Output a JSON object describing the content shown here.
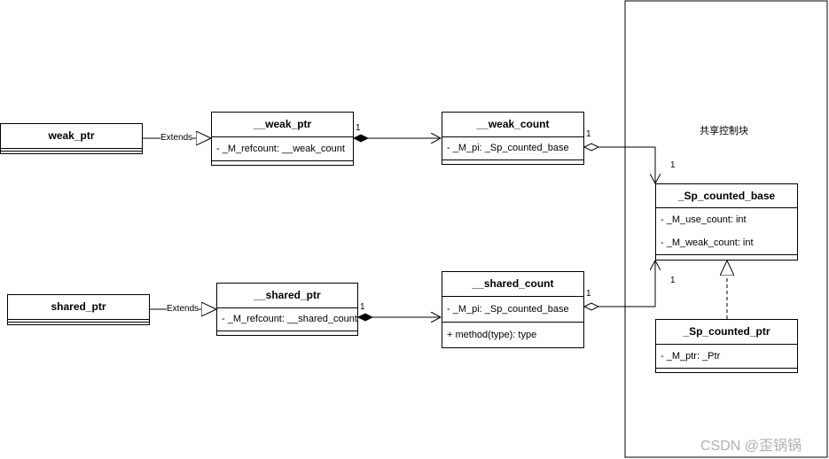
{
  "region": {
    "title": "共享控制块"
  },
  "classes": {
    "weak_ptr": {
      "name": "weak_ptr"
    },
    "shared_ptr": {
      "name": "shared_ptr"
    },
    "__weak_ptr": {
      "name": "__weak_ptr",
      "attr": "- _M_refcount: __weak_count"
    },
    "__shared_ptr": {
      "name": "__shared_ptr",
      "attr": "- _M_refcount: __shared_count"
    },
    "__weak_count": {
      "name": "__weak_count",
      "attr": "- _M_pi: _Sp_counted_base"
    },
    "__shared_count": {
      "name": "__shared_count",
      "attr": "- _M_pi: _Sp_counted_base",
      "method": "+ method(type): type"
    },
    "_Sp_counted_base": {
      "name": "_Sp_counted_base",
      "attr1": "- _M_use_count: int",
      "attr2": "- _M_weak_count: int"
    },
    "_Sp_counted_ptr": {
      "name": "_Sp_counted_ptr",
      "attr": "- _M_ptr: _Ptr"
    }
  },
  "edges": {
    "extends_weak": "Extends",
    "extends_shared": "Extends",
    "mult_weak_ptr_to_count": "1",
    "mult_shared_ptr_to_count": "1",
    "mult_weak_count_src": "1",
    "mult_shared_count_src": "1",
    "mult_base_top": "1",
    "mult_base_bottom": "1"
  },
  "watermark": "CSDN @歪锅锅"
}
